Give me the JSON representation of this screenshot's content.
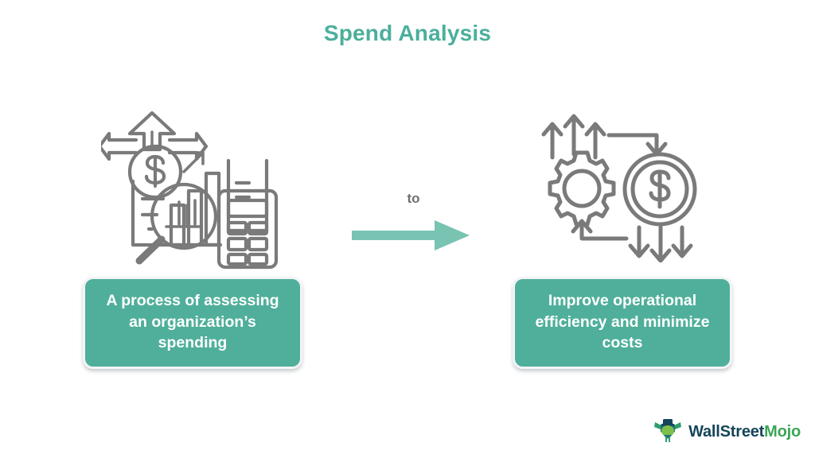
{
  "page": {
    "title": "Spend Analysis",
    "background_color": "#ffffff"
  },
  "theme": {
    "accent_teal": "#4FAF9B",
    "title_teal": "#4BAF9C",
    "arrow_teal": "#79C3B2",
    "illustration_gray": "#7A7A7A",
    "label_gray": "#6e6e6e",
    "callout_text": "#ffffff",
    "callout_border": "#f2f4f6"
  },
  "left_panel": {
    "illustration_name": "spend-analysis-illustration",
    "illustration_elements": [
      "up-arrow-with-stripes",
      "left-arrow",
      "right-arrow",
      "dollar-coin",
      "bar-chart",
      "magnifying-glass-with-bar-chart",
      "calculator"
    ],
    "callout_text": "A process of assessing an organization’s spending"
  },
  "right_panel": {
    "illustration_name": "operational-efficiency-illustration",
    "illustration_elements": [
      "up-arrow",
      "up-arrow",
      "up-arrow",
      "gear",
      "cycle-arrow-right-down",
      "cycle-arrow-left-up",
      "dollar-coin",
      "down-arrow",
      "down-arrow",
      "down-arrow"
    ],
    "callout_text": "Improve operational efficiency and minimize costs"
  },
  "connector": {
    "label": "to",
    "arrow_name": "right-arrow"
  },
  "brand": {
    "icon_name": "wallstreetmojo-bull-icon",
    "wordmark_primary": "WallStreet",
    "wordmark_secondary": "Mojo"
  }
}
